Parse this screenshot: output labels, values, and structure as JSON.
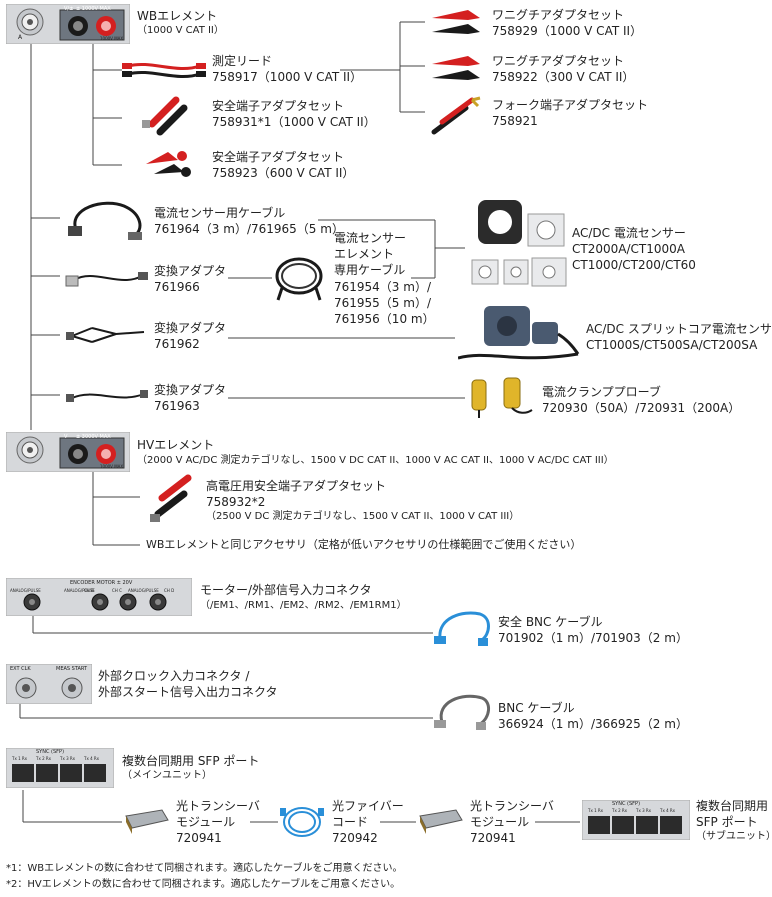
{
  "wb": {
    "title": "WBエレメント",
    "rating": "（1000 V CAT II）"
  },
  "lead": {
    "title": "測定リード",
    "code": "758917（1000 V CAT II）"
  },
  "safe1": {
    "title": "安全端子アダプタセット",
    "code": "758931*1（1000 V CAT II）"
  },
  "safe2": {
    "title": "安全端子アダプタセット",
    "code": "758923（600 V CAT II）"
  },
  "alli1": {
    "title": "ワニグチアダプタセット",
    "code": "758929（1000 V CAT II）"
  },
  "alli2": {
    "title": "ワニグチアダプタセット",
    "code": "758922（300 V CAT II）"
  },
  "fork": {
    "title": "フォーク端子アダプタセット",
    "code": "758921"
  },
  "cs_cable": {
    "title": "電流センサー用ケーブル",
    "code": "761964（3 m）/761965（5 m）"
  },
  "conv1": {
    "title": "変換アダプタ",
    "code": "761966"
  },
  "conv2": {
    "title": "変換アダプタ",
    "code": "761962"
  },
  "conv3": {
    "title": "変換アダプタ",
    "code": "761963"
  },
  "elem_cable": {
    "l1": "電流センサー",
    "l2": "エレメント",
    "l3": "専用ケーブル",
    "l4": "761954（3 m）/",
    "l5": "761955（5 m）/",
    "l6": "761956（10 m）"
  },
  "acdc": {
    "title": "AC/DC 電流センサー",
    "l2": "CT2000A/CT1000A",
    "l3": "CT1000/CT200/CT60"
  },
  "split": {
    "title": "AC/DC スプリットコア電流センサー",
    "l2": "CT1000S/CT500SA/CT200SA"
  },
  "clamp": {
    "title": "電流クランププローブ",
    "code": "720930（50A）/720931（200A）"
  },
  "hv": {
    "title": "HVエレメント",
    "rating": "（2000 V AC/DC 測定カテゴリなし、1500 V DC CAT II、1000 V AC CAT II、1000 V AC/DC CAT III）"
  },
  "hvsafe": {
    "title": "高電圧用安全端子アダプタセット",
    "code": "758932*2",
    "rating": "（2500 V DC 測定カテゴリなし、1500 V CAT II、1000 V CAT III）"
  },
  "same": {
    "text": "WBエレメントと同じアクセサリ（定格が低いアクセサリの仕様範囲でご使用ください）"
  },
  "motor": {
    "title": "モーター/外部信号入力コネクタ",
    "sub": "（/EM1、/RM1、/EM2、/RM2、/EM1RM1）"
  },
  "safebnc": {
    "title": "安全 BNC ケーブル",
    "code": "701902（1 m）/701903（2 m）"
  },
  "clock": {
    "l1": "外部クロック入力コネクタ /",
    "l2": "外部スタート信号入出力コネクタ"
  },
  "bnc": {
    "title": "BNC ケーブル",
    "code": "366924（1 m）/366925（2 m）"
  },
  "sfp": {
    "title": "複数台同期用 SFP ポート",
    "sub": "（メインユニット）"
  },
  "trans1": {
    "l1": "光トランシーバ",
    "l2": "モジュール",
    "code": "720941"
  },
  "fiber": {
    "l1": "光ファイバー",
    "l2": "コード",
    "code": "720942"
  },
  "trans2": {
    "l1": "光トランシーバ",
    "l2": "モジュール",
    "code": "720941"
  },
  "sfp2": {
    "l1": "複数台同期用",
    "l2": "SFP ポート",
    "sub": "（サブユニット）"
  },
  "panel": {
    "wb_labels": {
      "input": "A",
      "v": "V/±",
      "current": "± 1000V MAX",
      "vhi": "1000V MAX"
    },
    "hv_labels": {
      "v": "V",
      "current": "± 3000V MAX",
      "vhi": "1000V MAX"
    },
    "motor_labels": [
      "ANALOG/PULSE",
      "ANALOG/PULSE",
      "CH B",
      "CH C",
      "ANALOG/PULSE",
      "CH D"
    ],
    "motor_header": "ENCODER MOTOR ± 20V",
    "clock_labels": {
      "ext": "EXT CLK",
      "start": "MEAS START"
    },
    "sfp_header": "SYNC (SFP)",
    "sfp_ports": [
      "Tx 1 Rx",
      "Tx 2 Rx",
      "Tx 3 Rx",
      "Tx 4 Rx"
    ]
  },
  "notes": {
    "n1": "*1：WBエレメントの数に合わせて同梱されます。適応したケーブルをご用意ください。",
    "n2": "*2：HVエレメントの数に合わせて同梱されます。適応したケーブルをご用意ください。"
  },
  "colors": {
    "line": "#333333",
    "red": "#d42020",
    "black": "#1a1a1a",
    "blue": "#2a8fd8",
    "panel": "#d6d8db"
  }
}
